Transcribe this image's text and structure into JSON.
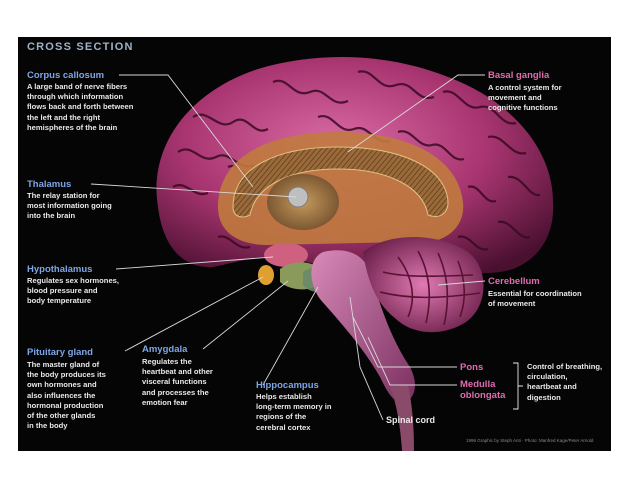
{
  "header": {
    "title": "CROSS SECTION"
  },
  "labels": {
    "corpus_callosum": {
      "name": "Corpus callosum",
      "desc": "A large band of nerve fibers\nthrough which information\nflows back and forth between\nthe left and the right\nhemispheres of the brain"
    },
    "thalamus": {
      "name": "Thalamus",
      "desc": "The relay station for\nmost information going\ninto the brain"
    },
    "hypothalamus": {
      "name": "Hypothalamus",
      "desc": "Regulates sex hormones,\nblood pressure and\nbody temperature"
    },
    "pituitary_gland": {
      "name": "Pituitary gland",
      "desc": "The master gland of\nthe body produces its\nown hormones and\nalso influences the\nhormonal production\nof the other glands\nin the body"
    },
    "amygdala": {
      "name": "Amygdala",
      "desc": "Regulates the\nheartbeat and other\nvisceral functions\nand processes the\nemotion fear"
    },
    "hippocampus": {
      "name": "Hippocampus",
      "desc": "Helps establish\nlong-term memory in\nregions of the\ncerebral cortex"
    },
    "spinal_cord": {
      "name": "Spinal cord"
    },
    "basal_ganglia": {
      "name": "Basal ganglia",
      "desc": "A control system for\nmovement and\ncognitive functions"
    },
    "cerebellum": {
      "name": "Cerebellum",
      "desc": "Essential for coordination\nof movement"
    },
    "pons": {
      "name": "Pons"
    },
    "medulla": {
      "name": "Medulla\noblongata"
    },
    "brainstem_desc": "Control of breathing,\ncirculation,\nheartbeat and\ndigestion"
  },
  "credit": "1996 Graphic by Steph Anti · Photo: Manfred Kage/Peter Arnold",
  "colors": {
    "background": "#050505",
    "title": "#9fb1c8",
    "label_blue": "#7ea6e6",
    "label_pink": "#e06bb1",
    "description": "#e9e9e9",
    "cortex": "#b23f7e",
    "cerebellum": "#a83a76",
    "leader_lines": "#d8d8d8"
  }
}
